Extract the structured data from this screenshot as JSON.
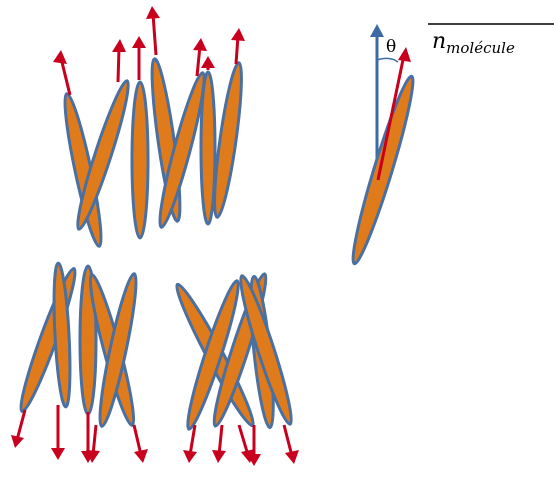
{
  "labels": {
    "theta": "θ",
    "director": "n",
    "director_subscript": "molécule"
  },
  "colors": {
    "molecule_fill": "#e07b1c",
    "molecule_outline": "#4a6fa1",
    "molecule_arrow": "#c8001e",
    "reference_axis": "#3b6aa5"
  }
}
